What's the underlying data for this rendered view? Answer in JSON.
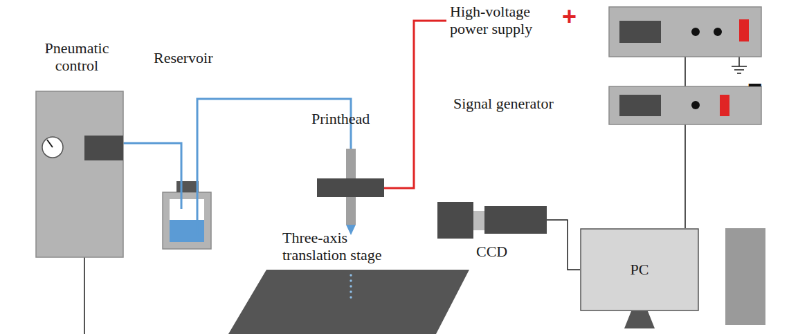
{
  "diagram": {
    "nodes": [
      {
        "text": [
          "Pneumatic control"
        ]
      },
      {
        "text": [
          "Reservoir"
        ]
      },
      {
        "text": [
          "Printhead"
        ]
      },
      {
        "text": [
          "Three-axis translation stage"
        ]
      },
      {
        "text": [
          "High-voltage power supply"
        ]
      },
      {
        "text": [
          "Signal generator"
        ]
      },
      {
        "text": [
          "CCD"
        ]
      },
      {
        "text": [
          "PC"
        ]
      }
    ],
    "edges": [
      {
        "from": 0,
        "to": 1,
        "arrow": "none"
      },
      {
        "from": 1,
        "to": 2,
        "arrow": "none"
      },
      {
        "from": 2,
        "to": 4,
        "arrow": "none"
      },
      {
        "from": 4,
        "to": 5,
        "arrow": "none"
      },
      {
        "from": 5,
        "to": 7,
        "arrow": "none"
      },
      {
        "from": 6,
        "to": 7,
        "arrow": "none"
      }
    ],
    "labels": [
      "+",
      "−"
    ]
  }
}
